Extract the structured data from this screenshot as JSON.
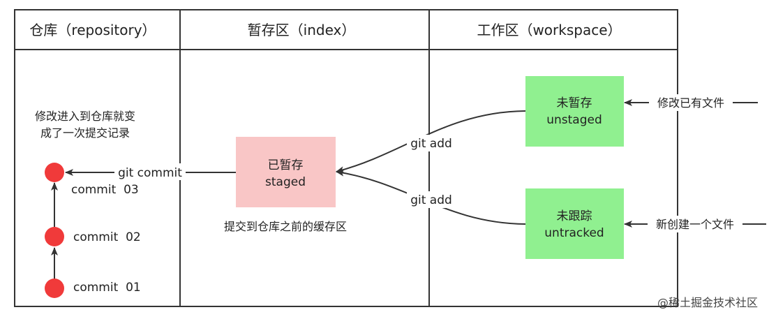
{
  "columns": {
    "repository": "仓库（repository）",
    "index": "暂存区（index）",
    "workspace": "工作区（workspace）"
  },
  "repository": {
    "note_line1": "修改进入到仓库就变",
    "note_line2": "成了一次提交记录",
    "commits": [
      "commit  03",
      "commit  02",
      "commit  01"
    ]
  },
  "index": {
    "box_line1": "已暂存",
    "box_line2": "staged",
    "note": "提交到仓库之前的缓存区"
  },
  "workspace": {
    "unstaged_line1": "未暂存",
    "unstaged_line2": "unstaged",
    "untracked_line1": "未跟踪",
    "untracked_line2": "untracked"
  },
  "arrows": {
    "git_commit": "git commit",
    "git_add_top": "git add",
    "git_add_bottom": "git add",
    "modify_existing": "修改已有文件",
    "create_new": "新创建一个文件"
  },
  "watermark": "@稀土掘金技术社区",
  "colors": {
    "commit_dot": "#f03a3a",
    "staged_fill": "#f9c6c6",
    "workspace_fill": "#90f090",
    "line": "#333333"
  }
}
